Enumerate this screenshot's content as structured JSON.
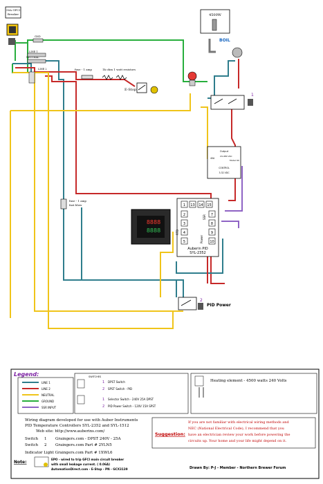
{
  "top": {
    "breaker": [
      "50A GFCI",
      "Breaker"
    ],
    "element_rating": "4500W",
    "boil": "BOIL",
    "gnd": "GND",
    "neutral": "NEUTRAL",
    "line1": "LINE 1",
    "line2": "LINE 2",
    "fuse1": "fuse - 1 amp",
    "resistors": "1k ohm 1 watt resistors",
    "estop": "E-Stop",
    "num1": "1"
  },
  "contactor": {
    "title": "Output",
    "amps": "40A",
    "load": "24-480 VAC",
    "label2": "Model 60",
    "control": "CONTROL",
    "dc": "3-32 VDC"
  },
  "fuse2": [
    "fuse - 1 amp",
    "fast blow"
  ],
  "pid": {
    "terminals_top": [
      "1",
      "13",
      "14",
      "15"
    ],
    "terminals_left": [
      "2",
      "3",
      "4",
      "5"
    ],
    "terminals_right": [
      "7",
      "8",
      "9",
      "10"
    ],
    "ssr": "SSR",
    "power": "Power",
    "rtd": "RTD",
    "name": "Auberin PID",
    "model": "SYL-2352",
    "photo_top": "8888",
    "photo_bottom": "8888"
  },
  "pid_power": {
    "num": "2",
    "label": "PID Power"
  },
  "legend": {
    "title": "Legend:",
    "items": [
      {
        "label": "LINE 1",
        "color": "#2e7d8c"
      },
      {
        "label": "LINE 2",
        "color": "#c62828"
      },
      {
        "label": "NEUTRAL",
        "color": "#f0c419"
      },
      {
        "label": "GROUND",
        "color": "#27ae3c"
      },
      {
        "label": "SSR INPUT",
        "color": "#8e63c4"
      }
    ],
    "switches_title": "SWITCHES",
    "switch_rows": [
      {
        "num": "1",
        "text": "DPST Switch"
      },
      {
        "num": "2",
        "text": "SPST Switch - PID"
      },
      {
        "num": "1",
        "text": "Selector Switch - 240V 25A DPST"
      },
      {
        "num": "2",
        "text": "PID Power Switch - 120V 15A SPST"
      }
    ],
    "heating_element": "Heating element - 4500 watts 240 Volts",
    "info_lines": [
      "Wiring diagram developed for use with Auber Instruments",
      "PID Temperature Controllers SYL-2352 and SYL-1512",
      "Web site:  http://www.auberins.com/"
    ],
    "switch_parts": [
      {
        "name": "Switch",
        "num": "1",
        "part": "Graingers.com - DPST 240V - 25A"
      },
      {
        "name": "Switch",
        "num": "2",
        "part": "Graingers.com Part # 2YLN5"
      }
    ],
    "indicator": "Indicator Light  Graingers.com Part # 1XWL6",
    "suggestion_label": "Suggestion:",
    "suggestion_lines": [
      "If you are not familiar with electrical wiring methods and",
      "NEC (National Electrical Code), I recommend that you",
      "have an electrician review your work before powering the",
      "circuits up. Your home and your life might depend on it."
    ],
    "note_label": "Note:",
    "note_lines": [
      "EPO - wired to trip GFCI main circuit breaker",
      "with small leakage current. ( 0.06A)",
      "AutomationDirect.com  -  E-Stop - PN - GCX3139"
    ],
    "drawn_by": "Drawn By: P-J - Member - Northern Brewer Forum"
  },
  "colors": {
    "line1": "#2e7d8c",
    "line2": "#c62828",
    "neutral": "#f0c419",
    "ground": "#27ae3c",
    "ssr": "#8e63c4",
    "accent": "#7a1fa2"
  }
}
